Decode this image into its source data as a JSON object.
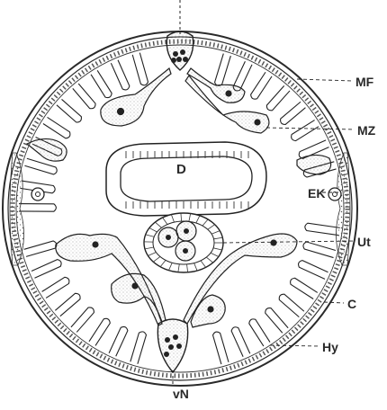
{
  "labels": {
    "mf": "MF",
    "mz": "MZ",
    "d": "D",
    "ek": "EK",
    "ut": "Ut",
    "c": "C",
    "hy": "Hy",
    "vn": "vN"
  }
}
